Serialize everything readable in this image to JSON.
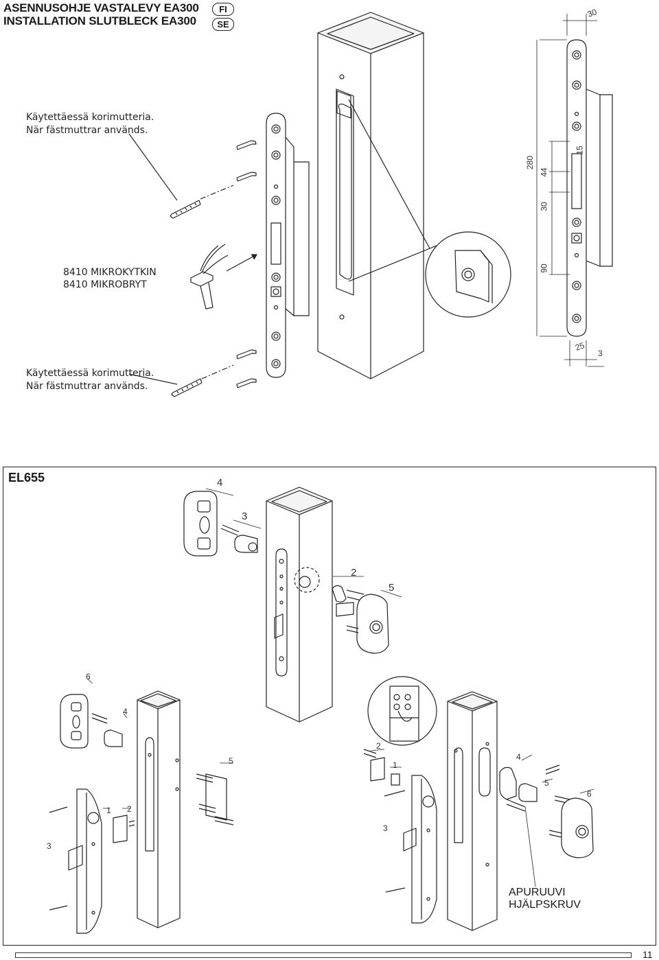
{
  "header": {
    "title_line1": "ASENNUSOHJE VASTALEVY EA300",
    "title_line2": "INSTALLATION SLUTBLECK EA300",
    "lang_fi": "FI",
    "lang_se": "SE"
  },
  "upper": {
    "note_top_fi": "Käytettäessä korimutteria.",
    "note_top_se": "När fästmuttrar används.",
    "microswitch_fi": "8410 MIKROKYTKIN",
    "microswitch_se": "8410 MIKROBRYT",
    "note_bottom_fi": "Käytettäessä korimutteria.",
    "note_bottom_se": "När fästmuttrar används.",
    "dimensions": {
      "top_width": "30",
      "total_height": "280",
      "d44": "44",
      "d30": "30",
      "d15": "15",
      "d90": "90",
      "bottom_width": "25",
      "depth": "3"
    }
  },
  "el655": {
    "title": "EL655",
    "callouts_a": [
      "4",
      "3",
      "2",
      "5"
    ],
    "callouts_b": [
      "6",
      "4",
      "5",
      "3",
      "1",
      "2"
    ],
    "callouts_c": [
      "2",
      "1",
      "3",
      "4",
      "5",
      "6"
    ],
    "helper_fi": "APURUUVI",
    "helper_se": "HJÄLPSKRUV"
  },
  "footer": {
    "page_number": "11"
  }
}
